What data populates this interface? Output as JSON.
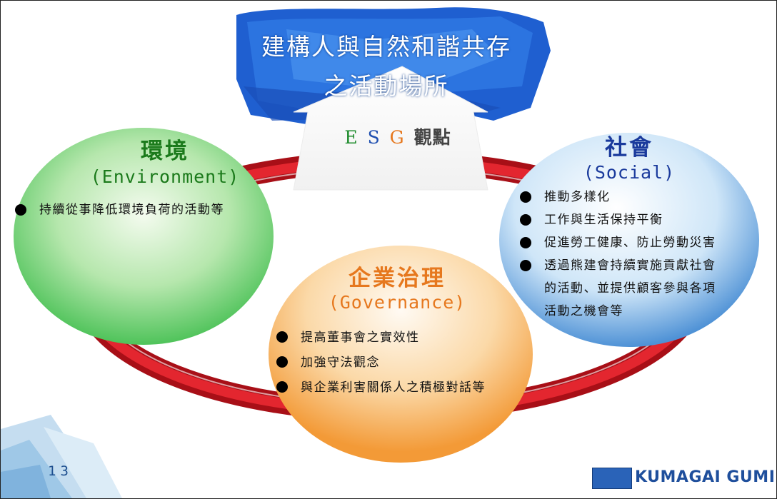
{
  "title": {
    "line1": "建構人與自然和諧共存",
    "line2": "之活動場所"
  },
  "esg": {
    "letters": [
      {
        "text": "E",
        "color": "#1b8a2a"
      },
      {
        "text": "S",
        "color": "#1f4fb0"
      },
      {
        "text": "G",
        "color": "#e6781e"
      }
    ],
    "label": "觀點"
  },
  "environment": {
    "heading": "環境",
    "subheading": "(Environment)",
    "items": [
      "持續從事降低環境負荷的活動等"
    ]
  },
  "social": {
    "heading": "社會",
    "subheading": "(Social)",
    "items": [
      "推動多樣化",
      "工作與生活保持平衡",
      "促進勞工健康、防止勞動災害",
      "透過熊建會持續實施貢獻社會"
    ],
    "continuation": [
      "的活動、並提供顧客參與各項",
      "活動之機會等"
    ]
  },
  "governance": {
    "heading": "企業治理",
    "subheading": "(Governance)",
    "items": [
      "提高董事會之實效性",
      "加強守法觀念",
      "與企業利害關係人之積極對話等"
    ]
  },
  "footer": {
    "page_number": "13",
    "logo_text": "KUMAGAI GUMI"
  },
  "colors": {
    "environment": "#1b7a1b",
    "social": "#1a3a9c",
    "governance": "#e6781e",
    "ring": "#c8141e",
    "banner": "#1f5fd0"
  }
}
